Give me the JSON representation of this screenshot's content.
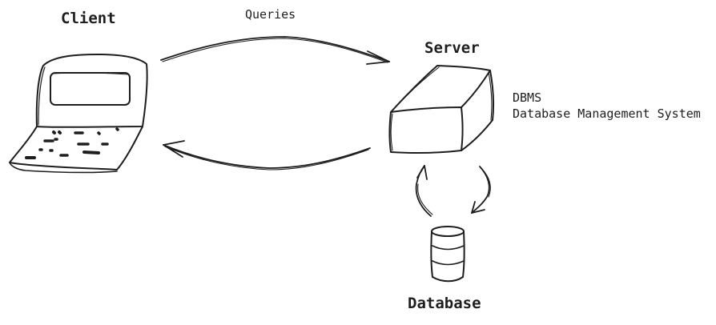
{
  "nodes": {
    "client": {
      "label": "Client"
    },
    "server": {
      "label": "Server"
    },
    "database": {
      "label": "Database"
    }
  },
  "edges": {
    "queries": {
      "label": "Queries"
    }
  },
  "notes": {
    "dbms_abbrev": "DBMS",
    "dbms_full": "Database Management System"
  },
  "colors": {
    "ink": "#1e1e1e",
    "background": "#ffffff"
  },
  "icons": {
    "client": "laptop-icon",
    "server": "server-box-icon",
    "database": "database-cylinder-icon"
  }
}
